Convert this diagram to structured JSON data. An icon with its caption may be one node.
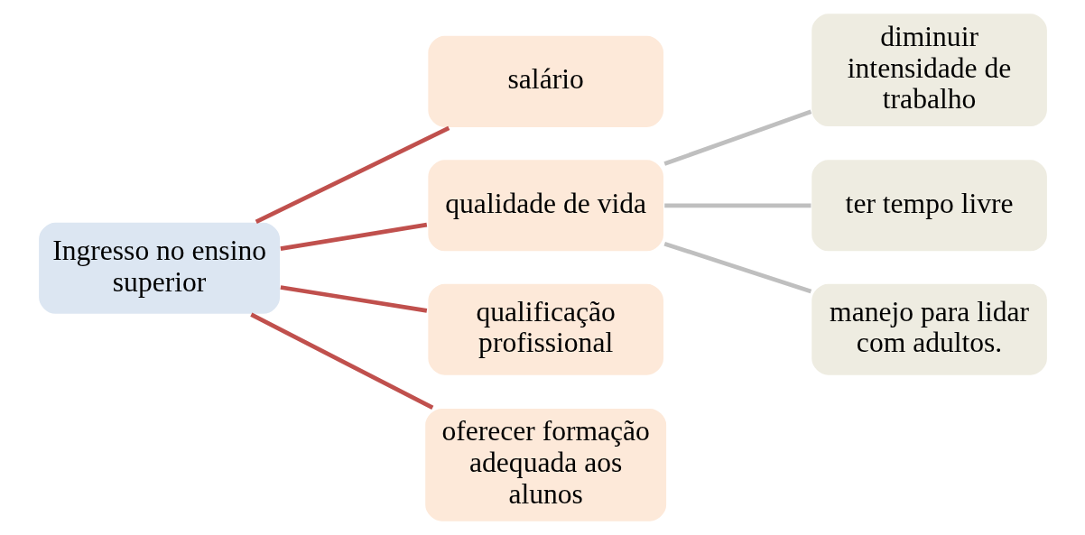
{
  "diagram": {
    "nodes": [
      {
        "text": [
          "Ingresso no ensino superior"
        ]
      },
      {
        "text": [
          "salário"
        ]
      },
      {
        "text": [
          "qualidade de vida"
        ]
      },
      {
        "text": [
          "qualificação profissional"
        ]
      },
      {
        "text": [
          "oferecer formação adequada aos alunos"
        ]
      },
      {
        "text": [
          "diminuir intensidade de trabalho"
        ]
      },
      {
        "text": [
          "ter tempo livre"
        ]
      },
      {
        "text": [
          "manejo para lidar com adultos."
        ]
      }
    ],
    "edges": [
      {
        "from": 0,
        "to": 1,
        "arrow": "none"
      },
      {
        "from": 0,
        "to": 2,
        "arrow": "none"
      },
      {
        "from": 0,
        "to": 3,
        "arrow": "none"
      },
      {
        "from": 0,
        "to": 4,
        "arrow": "none"
      },
      {
        "from": 2,
        "to": 5,
        "arrow": "none",
        "color": "#bfbfbf"
      },
      {
        "from": 2,
        "to": 6,
        "arrow": "none",
        "color": "#bfbfbf"
      },
      {
        "from": 2,
        "to": 7,
        "arrow": "none",
        "color": "#bfbfbf"
      }
    ]
  }
}
